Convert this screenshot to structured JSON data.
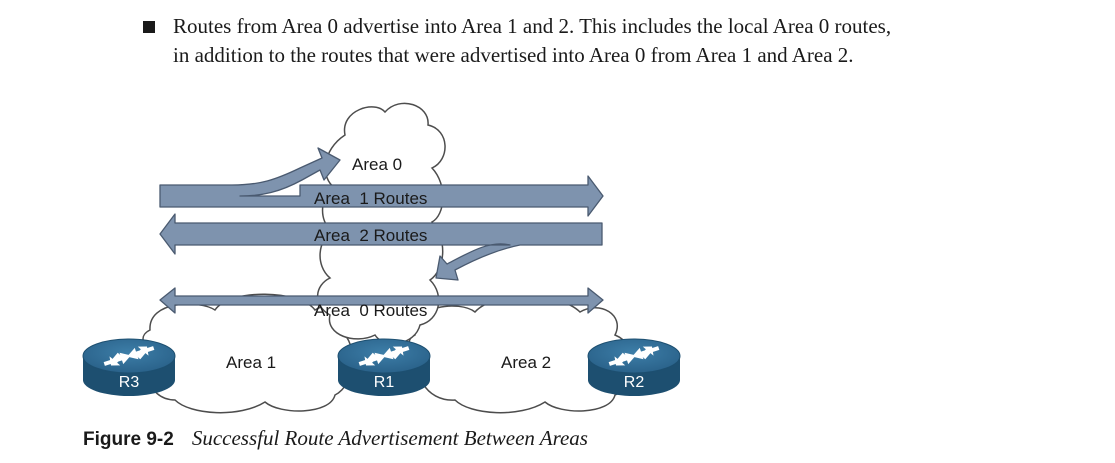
{
  "bullet": {
    "line1": "Routes from Area 0 advertise into Area 1 and 2. This includes the local Area 0 routes,",
    "line2": "in addition to the routes that were advertised into Area 0 from Area 1 and Area 2."
  },
  "diagram": {
    "area0_label": "Area 0",
    "area1_label": "Area 1",
    "area2_label": "Area 2",
    "arrow_area1_routes": "Area  1 Routes",
    "arrow_area2_routes": "Area  2 Routes",
    "arrow_area0_routes": "Area  0 Routes",
    "routers": {
      "r3": "R3",
      "r1": "R1",
      "r2": "R2"
    },
    "colors": {
      "arrow_fill": "#7e93ae",
      "router_fill": "#2f6a90",
      "router_dark": "#1d4f70",
      "cloud_stroke": "#4d4d4d"
    }
  },
  "caption": {
    "number": "Figure 9-2",
    "title": "Successful Route Advertisement Between Areas"
  }
}
